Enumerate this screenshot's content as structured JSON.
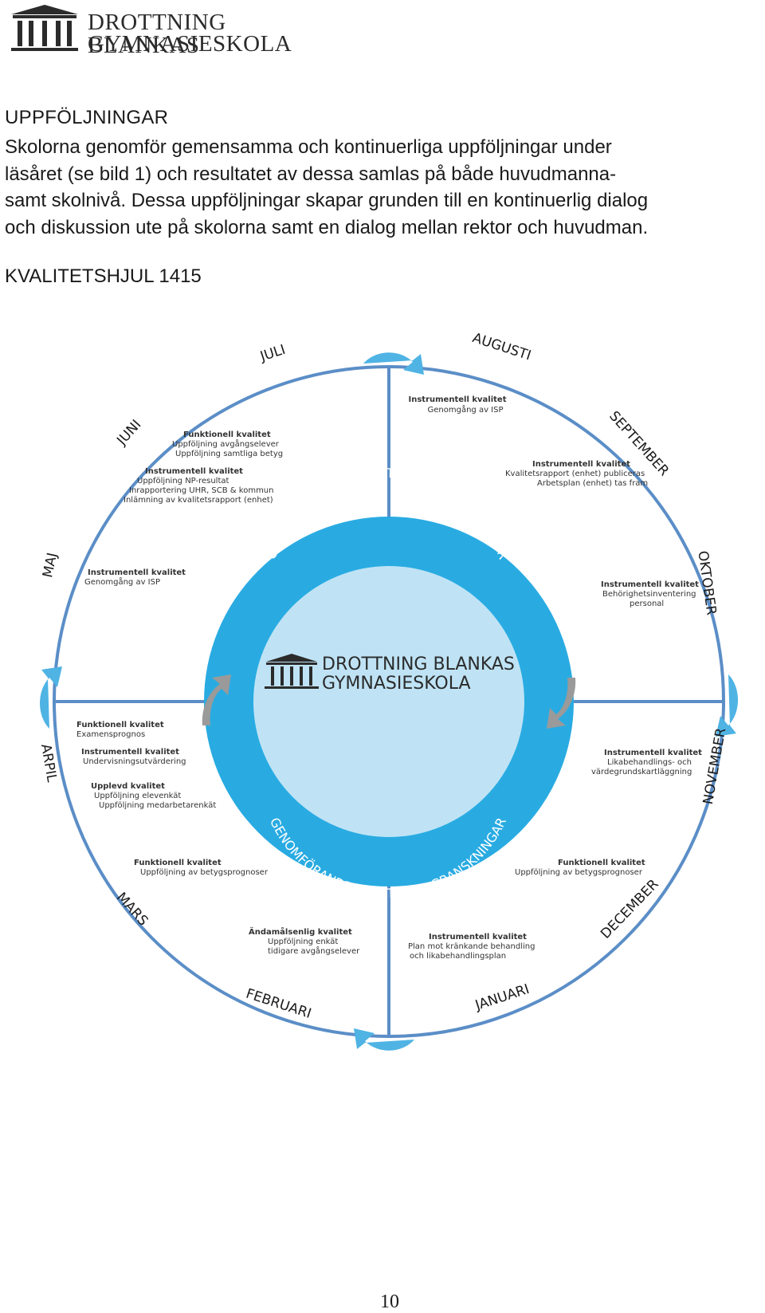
{
  "logo": {
    "line1": "DROTTNING BLANKAS",
    "line2": "GYMNASIESKOLA"
  },
  "heading": "UPPFÖLJNINGAR",
  "intro_lines": [
    "Skolorna genomför gemensamma och kontinuerliga uppföljningar under",
    "läsåret (se bild 1) och resultatet av dessa samlas på både huvudmanna-",
    "samt skolnivå. Dessa uppföljningar skapar grunden till en kontinuerlig dialog",
    "och diskussion ute på skolorna samt en dialog mellan rektor och huvudman."
  ],
  "wheel_title": "KVALITETSHJUL 1415",
  "months": {
    "juli": "JULI",
    "augusti": "AUGUSTI",
    "september": "SEPTEMBER",
    "oktober": "OKTOBER",
    "november": "NOVEMBER",
    "december": "DECEMBER",
    "januari": "JANUARI",
    "februari": "FEBRUARI",
    "mars": "MARS",
    "arpil": "ARPIL",
    "maj": "MAJ",
    "juni": "JUNI"
  },
  "ring_text": "GENOMFÖRANDE AV INTERNA GRANSKNINGAR",
  "center_logo": {
    "line1": "DROTTNING BLANKAS",
    "line2": "GYMNASIESKOLA"
  },
  "notes": {
    "aug_top": {
      "h": "Instrumentell kvalitet",
      "l1": "Genomgång av ISP"
    },
    "juni_a": {
      "h": "Funktionell kvalitet",
      "l1": "Uppföljning avgångselever",
      "l2": "Uppföljning samtliga betyg"
    },
    "juni_b": {
      "h": "Instrumentell kvalitet",
      "l1": "Uppföljning NP-resultat",
      "l2": "Inrapportering UHR, SCB & kommun",
      "l3": "Inlämning av kvalitetsrapport (enhet)"
    },
    "sep": {
      "h": "Instrumentell kvalitet",
      "l1": "Kvalitetsrapport (enhet) publiceras",
      "l2": "Arbetsplan (enhet) tas fram"
    },
    "maj": {
      "h": "Instrumentell kvalitet",
      "l1": "Genomgång av ISP"
    },
    "okt": {
      "h": "Instrumentell kvalitet",
      "l1": "Behörighetsinventering",
      "l2": "personal"
    },
    "apr_a": {
      "h": "Funktionell kvalitet",
      "l1": "Examensprognos"
    },
    "apr_b": {
      "h": "Instrumentell kvalitet",
      "l1": "Undervisningsutvärdering"
    },
    "apr_c": {
      "h": "Upplevd kvalitet",
      "l1": "Uppföljning elevenkät",
      "l2": "Uppföljning medarbetarenkät"
    },
    "nov": {
      "h": "Instrumentell kvalitet",
      "l1": "Likabehandlings- och",
      "l2": "värdegrundskartläggning"
    },
    "mars": {
      "h": "Funktionell kvalitet",
      "l1": "Uppföljning av betygsprognoser"
    },
    "dec": {
      "h": "Funktionell kvalitet",
      "l1": "Uppföljning av betygsprognoser"
    },
    "feb": {
      "h": "Ändamålsenlig kvalitet",
      "l1": "Uppföljning enkät",
      "l2": "tidigare avgångselever"
    },
    "jan": {
      "h": "Instrumentell kvalitet",
      "l1": "Plan mot kränkande behandling",
      "l2": "och likabehandlingsplan"
    }
  },
  "page_number": "10",
  "colors": {
    "ring": "#29abe2",
    "inner": "#bfe3f5",
    "outline": "#5b8ec7",
    "arrow": "#4fb3e4",
    "arrow_grey": "#9a9a9a"
  }
}
